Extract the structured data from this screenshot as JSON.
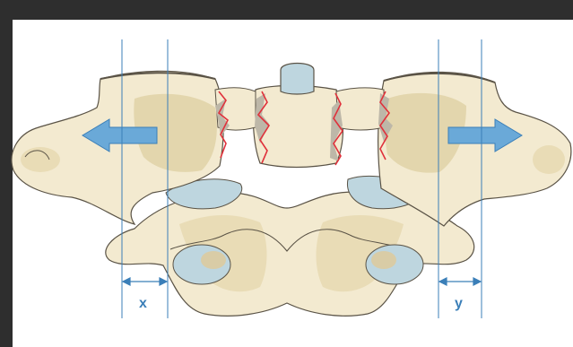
{
  "diagram": {
    "subject": "vertebra-burst-fracture-lateral-displacement",
    "colors": {
      "bone": "#f3ead0",
      "bone_shadow": "#e3d6ad",
      "cartilage": "#bed6df",
      "fracture_line": "#e0313b",
      "arrow_fill": "#6aa9d8",
      "guide_line": "#3b7fb8",
      "outline": "#5a5346"
    },
    "measurements": {
      "left_label": "x",
      "right_label": "y"
    }
  }
}
